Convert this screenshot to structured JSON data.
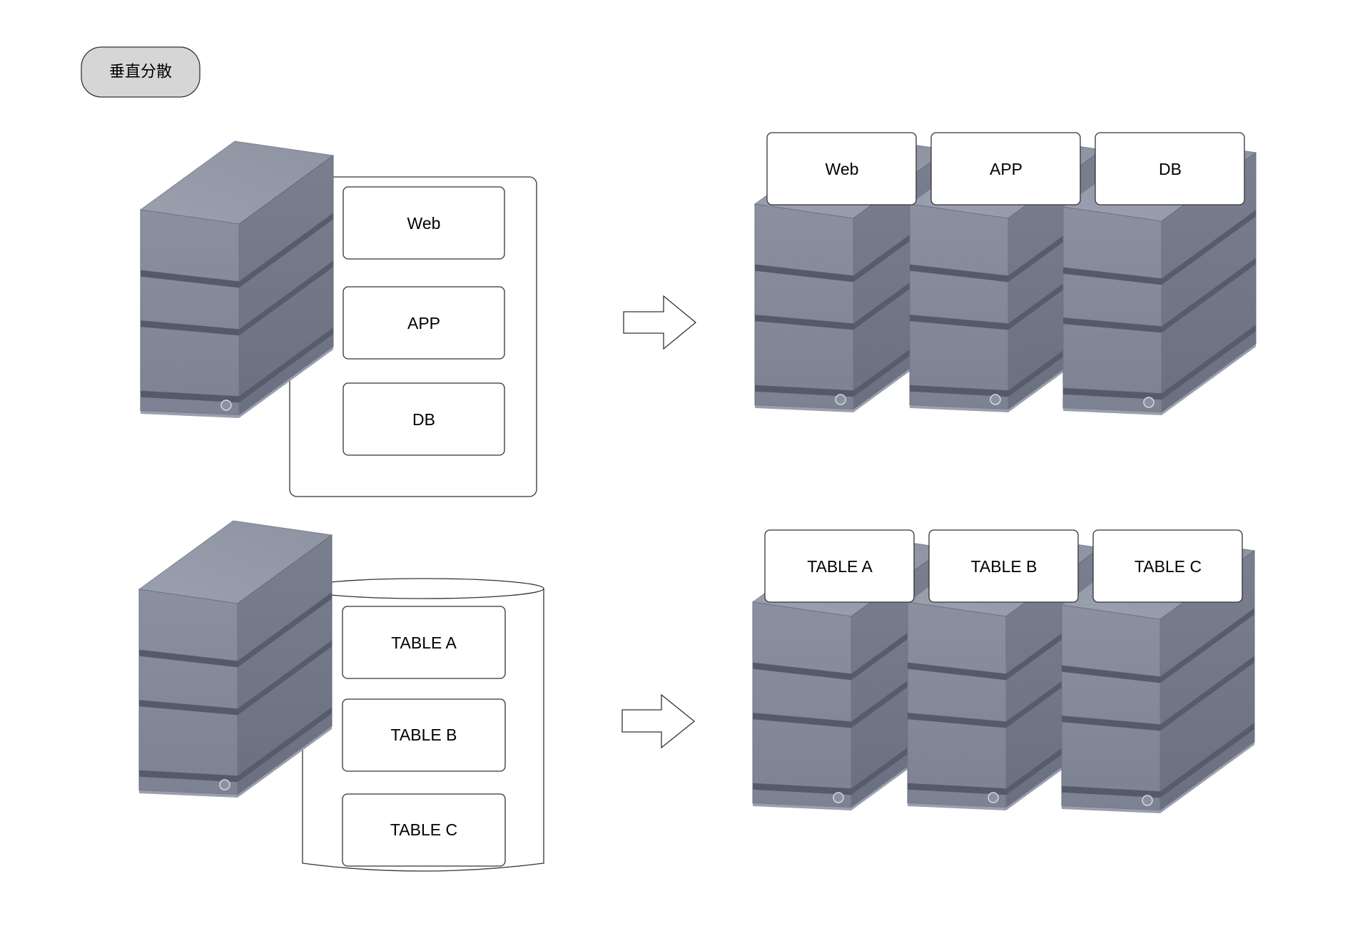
{
  "title": "垂直分散",
  "top_row": {
    "before_components": [
      "Web",
      "APP",
      "DB"
    ],
    "after_components": [
      "Web",
      "APP",
      "DB"
    ]
  },
  "bottom_row": {
    "before_tables": [
      "TABLE A",
      "TABLE B",
      "TABLE C"
    ],
    "after_tables": [
      "TABLE A",
      "TABLE B",
      "TABLE C"
    ]
  },
  "colors": {
    "server_top": "#979cab",
    "server_front": "#858a99",
    "server_side": "#727787",
    "server_stripe": "#5e6373",
    "stroke": "#333333",
    "title_fill": "#d6d6d6"
  }
}
